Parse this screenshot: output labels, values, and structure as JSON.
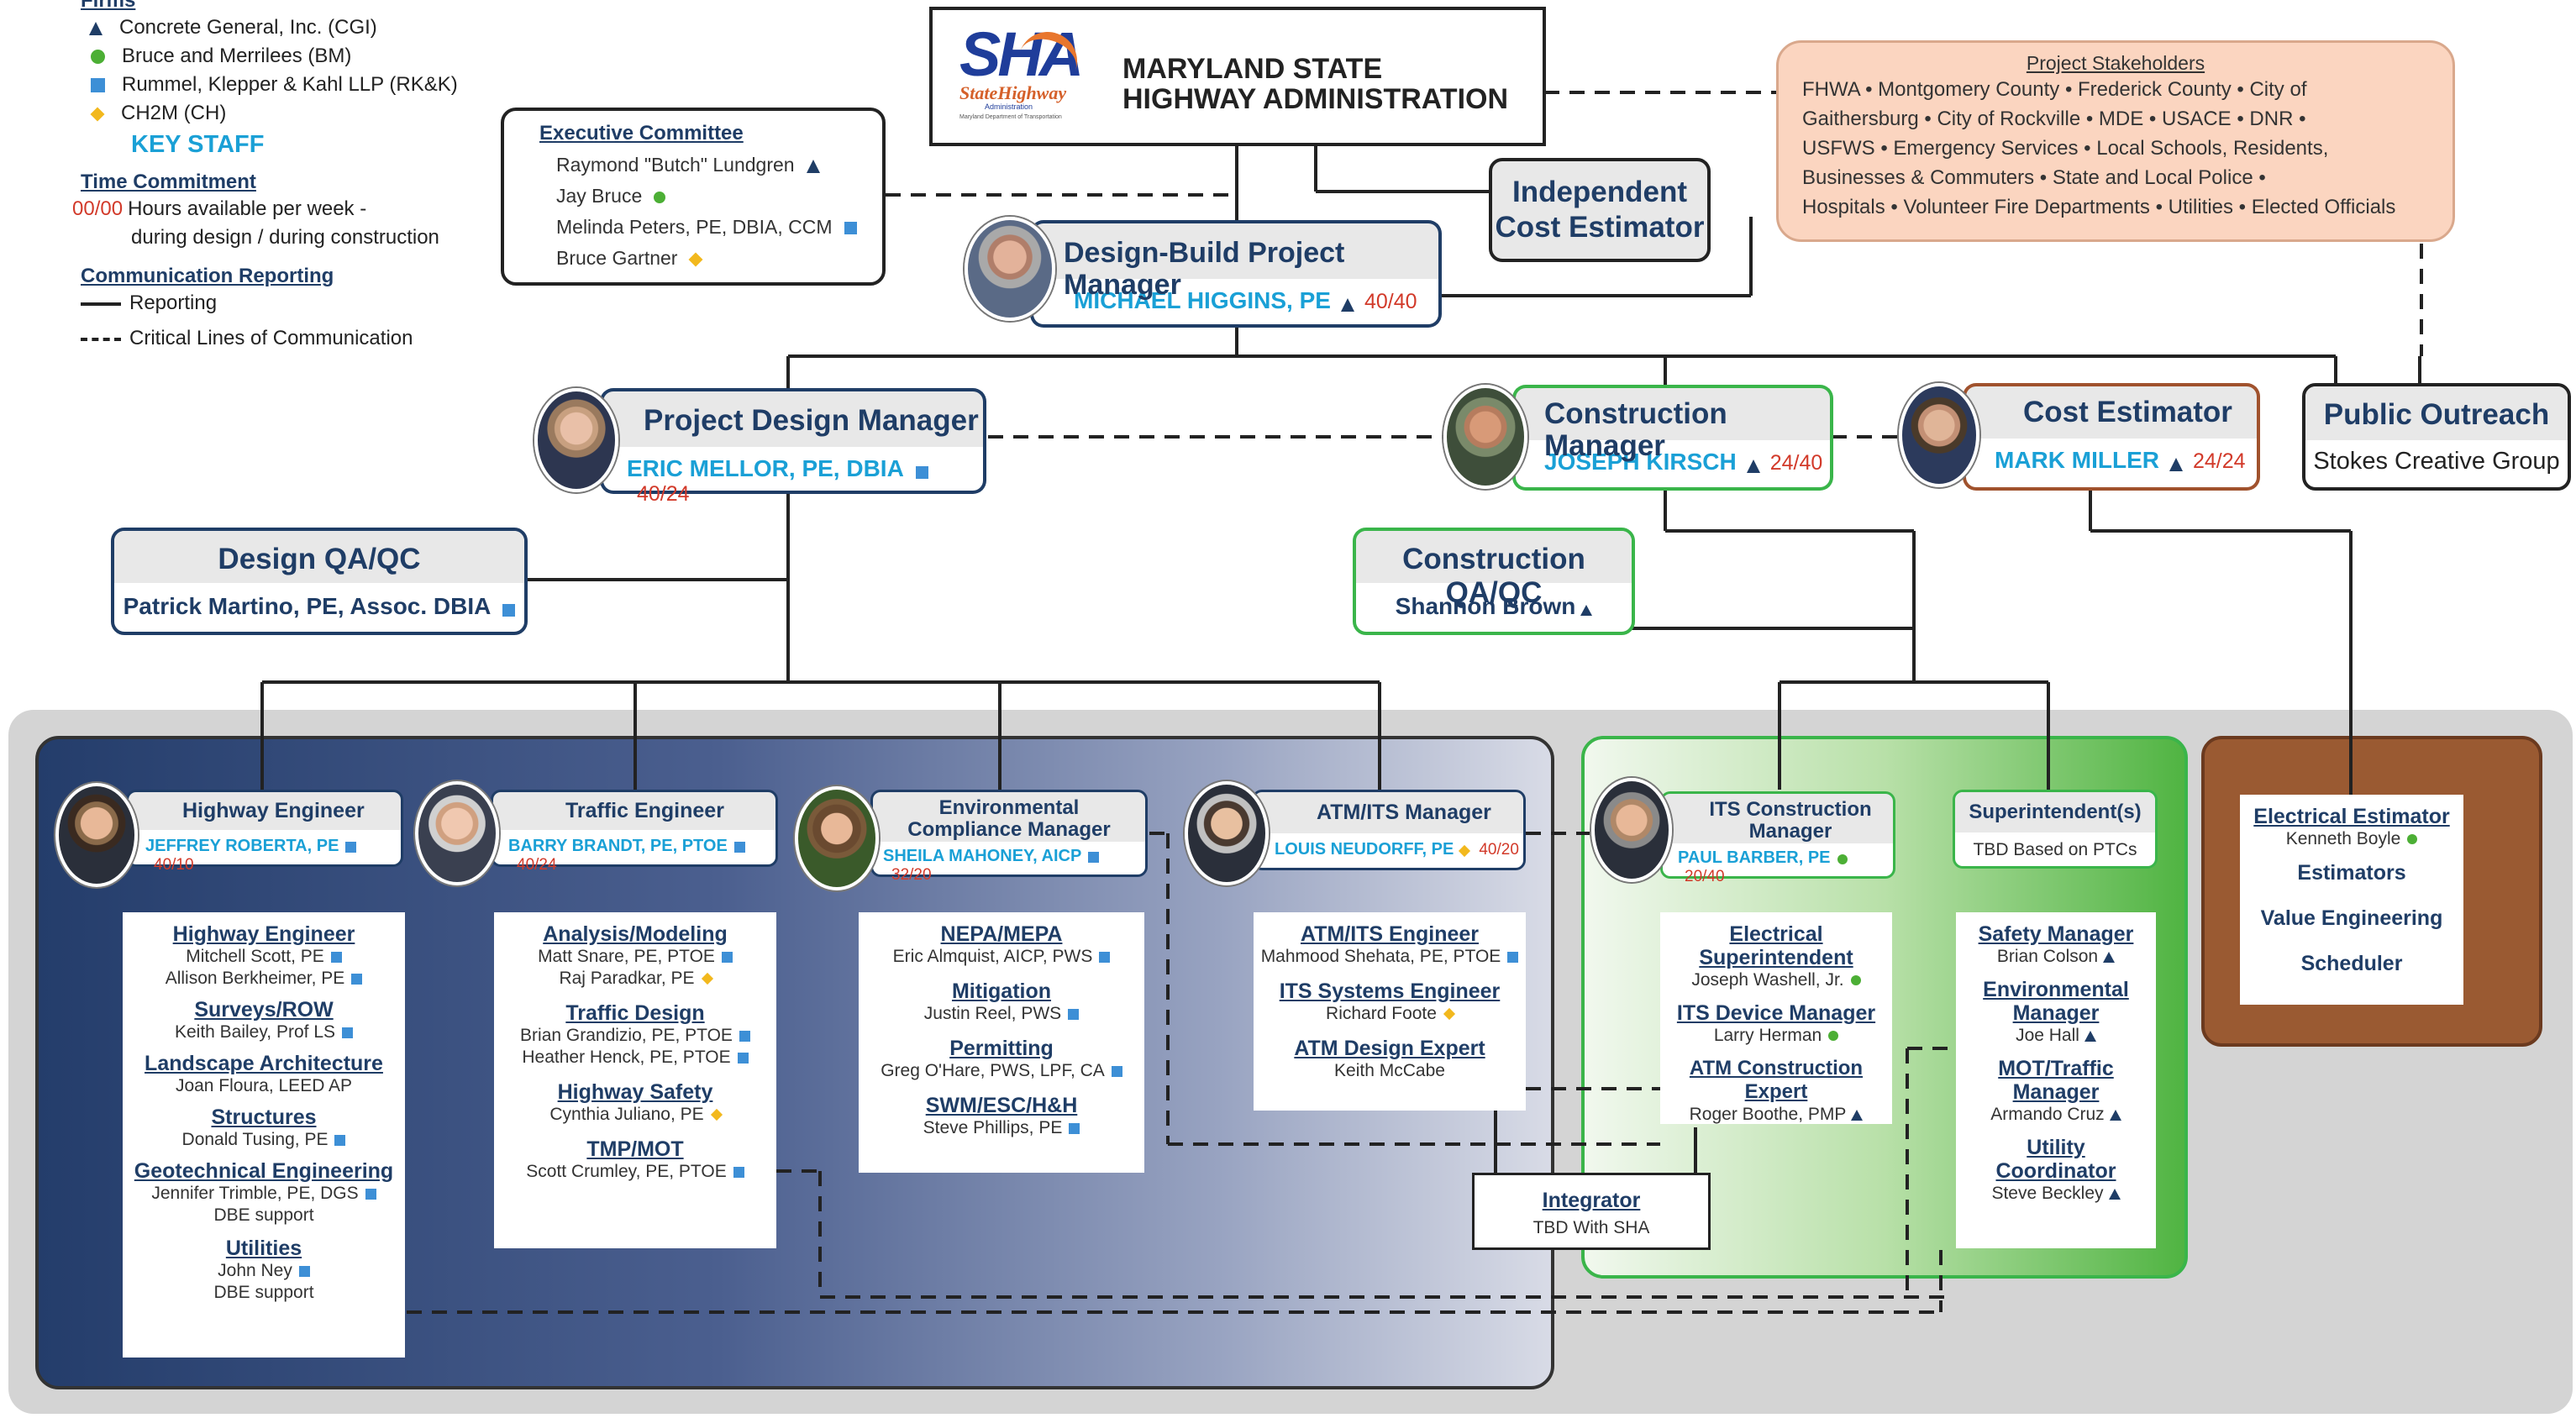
{
  "legend": {
    "firms_label": "Firms",
    "firms": [
      {
        "name": "Concrete General, Inc. (CGI)",
        "symbol": "triangle",
        "color": "#1f3d66"
      },
      {
        "name": "Bruce and Merrilees (BM)",
        "symbol": "circle",
        "color": "#4caf35"
      },
      {
        "name": "Rummel, Klepper & Kahl LLP (RK&K)",
        "symbol": "square",
        "color": "#3d8fd6"
      },
      {
        "name": "CH2M (CH)",
        "symbol": "diamond",
        "color": "#f2b81d"
      }
    ],
    "key_staff": "KEY STAFF",
    "time_commitment_label": "Time Commitment",
    "time_sample": "00/00",
    "time_desc_1": "Hours available per week -",
    "time_desc_2": "during design / during construction",
    "comm_label": "Communication Reporting",
    "reporting": "Reporting",
    "critical": "Critical Lines of Communication"
  },
  "agency": {
    "logo_text": "SHA",
    "logo_sub": "StateHighway",
    "logo_sub2": "Administration",
    "logo_tiny": "Maryland Department of Transportation",
    "name_line1": "MARYLAND STATE",
    "name_line2": "HIGHWAY ADMINISTRATION"
  },
  "exec_committee": {
    "title": "Executive Committee",
    "members": [
      {
        "name": "Raymond \"Butch\" Lundgren",
        "firm": "triangle"
      },
      {
        "name": "Jay Bruce",
        "firm": "circle"
      },
      {
        "name": "Melinda Peters, PE, DBIA, CCM",
        "firm": "square"
      },
      {
        "name": "Bruce Gartner",
        "firm": "diamond"
      }
    ]
  },
  "stakeholders": {
    "title": "Project Stakeholders",
    "lines": [
      "FHWA • Montgomery County  • Frederick County  • City of",
      "Gaithersburg  • City of Rockville  • MDE • USACE • DNR •",
      "USFWS • Emergency Services  • Local Schools, Residents,",
      "Businesses & Commuters  •  State and Local Police  •",
      "Hospitals • Volunteer Fire Departments  • Utilities  • Elected Officials"
    ]
  },
  "independent_estimator": {
    "line1": "Independent",
    "line2": "Cost Estimator"
  },
  "db_pm": {
    "title": "Design-Build Project Manager",
    "name": "MICHAEL HIGGINS, PE",
    "hours": "40/40"
  },
  "pdm": {
    "title": "Project Design Manager",
    "name": "ERIC MELLOR, PE, DBIA",
    "hours": "40/24"
  },
  "cm": {
    "title": "Construction Manager",
    "name": "JOSEPH KIRSCH",
    "hours": "24/40"
  },
  "ce": {
    "title": "Cost Estimator",
    "name": "MARK MILLER",
    "hours": "24/24"
  },
  "outreach": {
    "title": "Public Outreach",
    "name": "Stokes Creative Group"
  },
  "design_qa": {
    "title": "Design QA/QC",
    "name": "Patrick Martino, PE, Assoc. DBIA"
  },
  "construction_qa": {
    "title": "Construction QA/QC",
    "name": "Shannon Brown"
  },
  "highway": {
    "title": "Highway Engineer",
    "name": "JEFFREY ROBERTA, PE",
    "hours": "40/10",
    "items": [
      {
        "title": "Highway Engineer",
        "people": [
          "Mitchell Scott, PE",
          "Allison Berkheimer, PE"
        ]
      },
      {
        "title": "Surveys/ROW",
        "people": [
          "Keith Bailey, Prof LS"
        ]
      },
      {
        "title": "Landscape Architecture",
        "people": [
          "Joan Floura, LEED AP"
        ]
      },
      {
        "title": "Structures",
        "people": [
          "Donald Tusing, PE"
        ]
      },
      {
        "title": "Geotechnical Engineering",
        "people": [
          "Jennifer Trimble, PE, DGS",
          "DBE support"
        ]
      },
      {
        "title": "Utilities",
        "people": [
          "John Ney",
          "DBE support"
        ]
      }
    ]
  },
  "traffic": {
    "title": "Traffic Engineer",
    "name": "BARRY BRANDT, PE, PTOE",
    "hours": "40/24",
    "items": [
      {
        "title": "Analysis/Modeling",
        "people": [
          "Matt Snare, PE, PTOE",
          "Raj Paradkar, PE"
        ]
      },
      {
        "title": "Traffic Design",
        "people": [
          "Brian Grandizio, PE, PTOE",
          "Heather Henck, PE, PTOE"
        ]
      },
      {
        "title": "Highway Safety",
        "people": [
          "Cynthia Juliano, PE"
        ]
      },
      {
        "title": "TMP/MOT",
        "people": [
          "Scott Crumley, PE, PTOE"
        ]
      }
    ]
  },
  "environmental": {
    "title_line1": "Environmental",
    "title_line2": "Compliance Manager",
    "name": "SHEILA MAHONEY, AICP",
    "hours": "32/20",
    "items": [
      {
        "title": "NEPA/MEPA",
        "people": [
          "Eric Almquist, AICP, PWS"
        ]
      },
      {
        "title": "Mitigation",
        "people": [
          "Justin Reel, PWS"
        ]
      },
      {
        "title": "Permitting",
        "people": [
          "Greg O'Hare, PWS, LPF, CA"
        ]
      },
      {
        "title": "SWM/ESC/H&H",
        "people": [
          "Steve Phillips, PE"
        ]
      }
    ]
  },
  "atm": {
    "title": "ATM/ITS Manager",
    "name": "LOUIS NEUDORFF, PE",
    "hours": "40/20",
    "items": [
      {
        "title": "ATM/ITS Engineer",
        "people": [
          "Mahmood Shehata, PE, PTOE"
        ]
      },
      {
        "title": "ITS Systems Engineer",
        "people": [
          "Richard Foote"
        ]
      },
      {
        "title": "ATM Design Expert",
        "people": [
          "Keith McCabe"
        ]
      }
    ]
  },
  "its_construction": {
    "title_line1": "ITS Construction",
    "title_line2": "Manager",
    "name": "PAUL BARBER, PE",
    "hours": "20/40",
    "items": [
      {
        "title": "Electrical Superintendent",
        "people": [
          "Joseph Washell, Jr."
        ]
      },
      {
        "title": "ITS Device Manager",
        "people": [
          "Larry Herman"
        ]
      },
      {
        "title": "ATM Construction Expert",
        "people": [
          "Roger Boothe, PMP"
        ]
      }
    ]
  },
  "superintendent": {
    "title": "Superintendent(s)",
    "name": "TBD Based on PTCs",
    "items": [
      {
        "title": "Safety Manager",
        "people": [
          "Brian Colson"
        ]
      },
      {
        "title": "Environmental Manager",
        "people": [
          "Joe Hall"
        ]
      },
      {
        "title": "MOT/Traffic Manager",
        "people": [
          "Armando Cruz"
        ]
      },
      {
        "title": "Utility Coordinator",
        "people": [
          "Steve Beckley"
        ]
      }
    ]
  },
  "integrator": {
    "title": "Integrator",
    "name": "TBD With SHA"
  },
  "estimating": {
    "title": "Electrical Estimator",
    "name": "Kenneth Boyle",
    "items": [
      "Estimators",
      "Value Engineering",
      "Scheduler"
    ]
  }
}
